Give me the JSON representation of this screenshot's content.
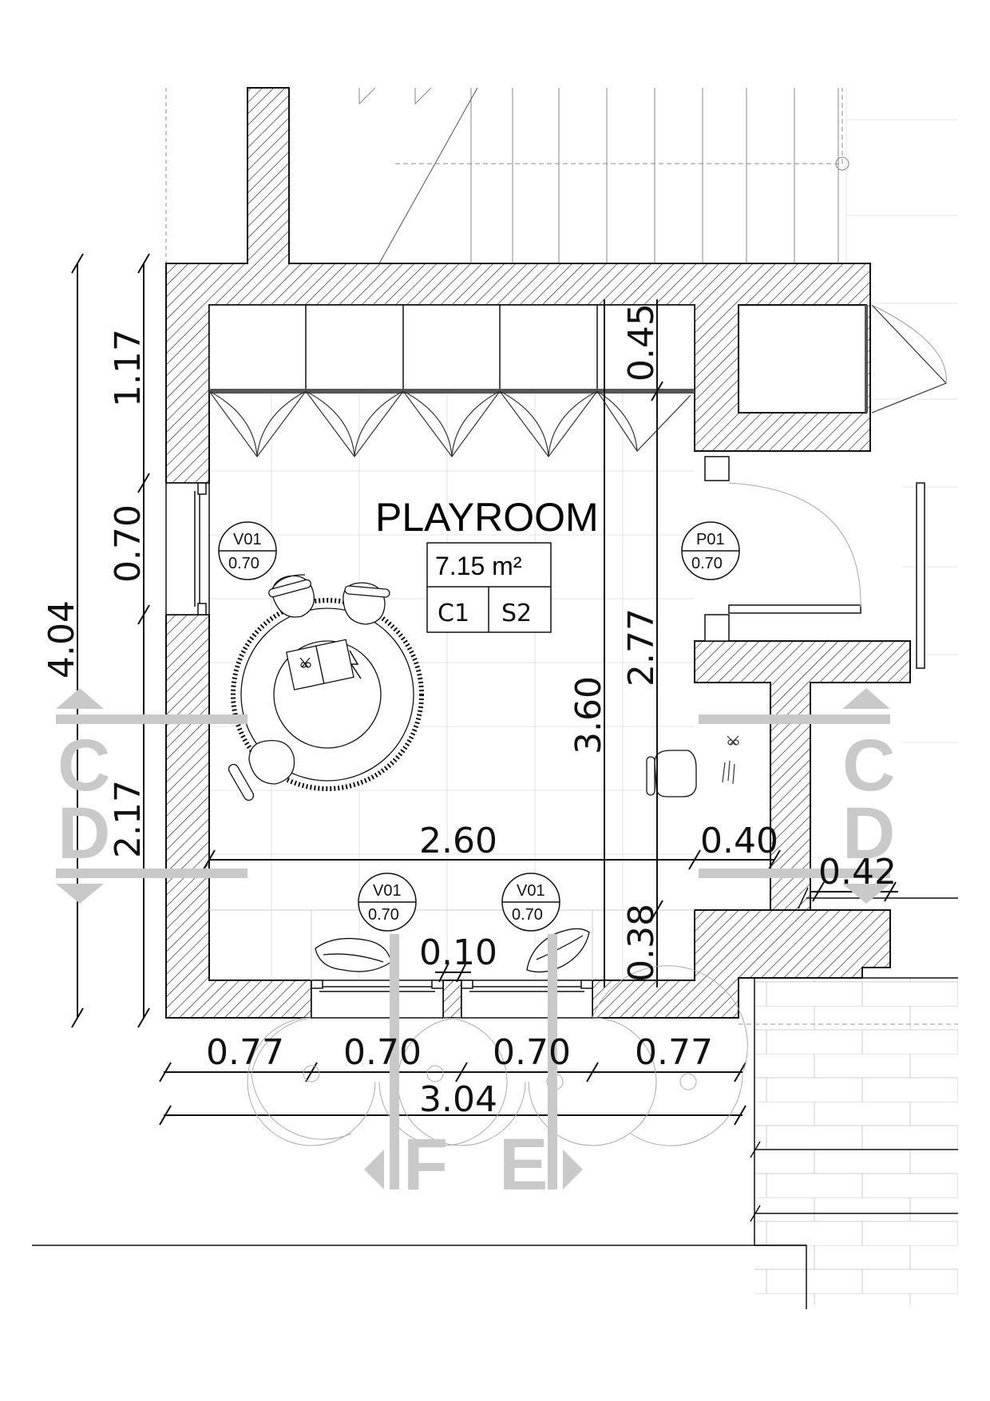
{
  "room": {
    "name": "PLAYROOM",
    "area": "7.15 m²",
    "codes": [
      "C1",
      "S2"
    ]
  },
  "tags": [
    {
      "code": "V01",
      "value": "0.70"
    },
    {
      "code": "P01",
      "value": "0.70"
    },
    {
      "code": "V01",
      "value": "0.70"
    },
    {
      "code": "V01",
      "value": "0.70"
    }
  ],
  "dimensions": {
    "left_total": "4.04",
    "left_top": "1.17",
    "left_mid": "0.70",
    "left_bottom": "2.17",
    "wardrobe_depth": "0.45",
    "height_a": "2.77",
    "height_b": "3.60",
    "width": "2.60",
    "wall_right": "0.40",
    "wall_far": "0.42",
    "mullion": "0.10",
    "bottom_gap": "0.38",
    "bottom_segments": [
      "0.77",
      "0.70",
      "0.70",
      "0.77"
    ],
    "bottom_total": "3.04"
  },
  "sections": {
    "left_top": "C",
    "left_bottom": "D",
    "right_top": "C",
    "right_bottom": "D",
    "bottom_left": "F",
    "bottom_right": "E"
  }
}
